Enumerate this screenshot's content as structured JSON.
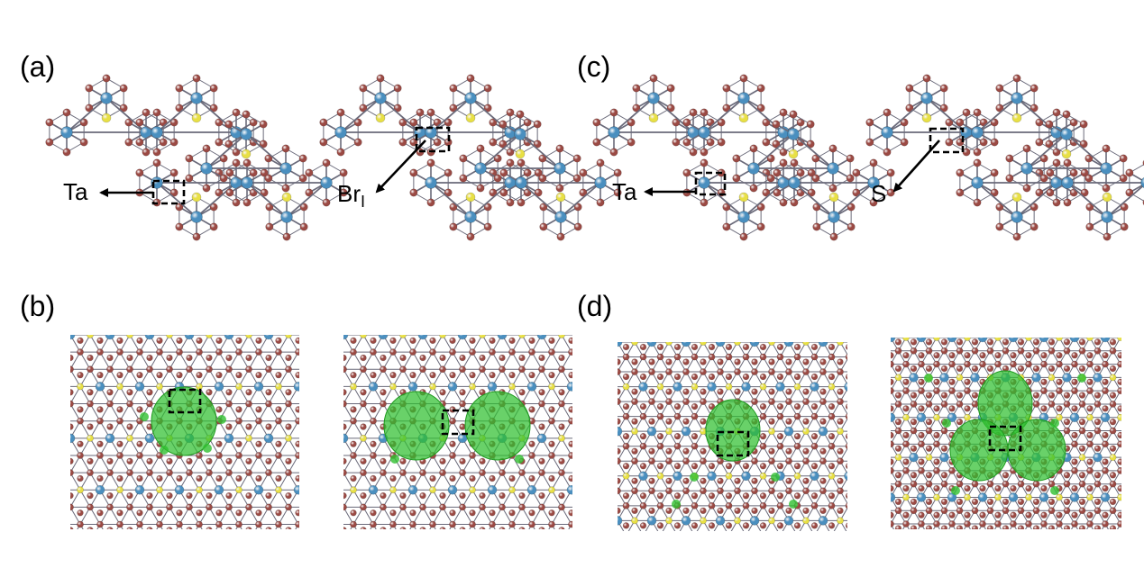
{
  "panels": {
    "a": "(a)",
    "b": "(b)",
    "c": "(c)",
    "d": "(d)"
  },
  "labels": {
    "ta_a": "Ta",
    "br": "Br",
    "br_sub": "I",
    "ta_c": "Ta",
    "s": "S"
  },
  "colors": {
    "ta_atom": "#4a8fbf",
    "br_atom": "#9b4a44",
    "s_atom": "#e8e044",
    "bond": "#6a6a7a",
    "spin_density": "#2fbf2f",
    "marker": "#000000"
  }
}
